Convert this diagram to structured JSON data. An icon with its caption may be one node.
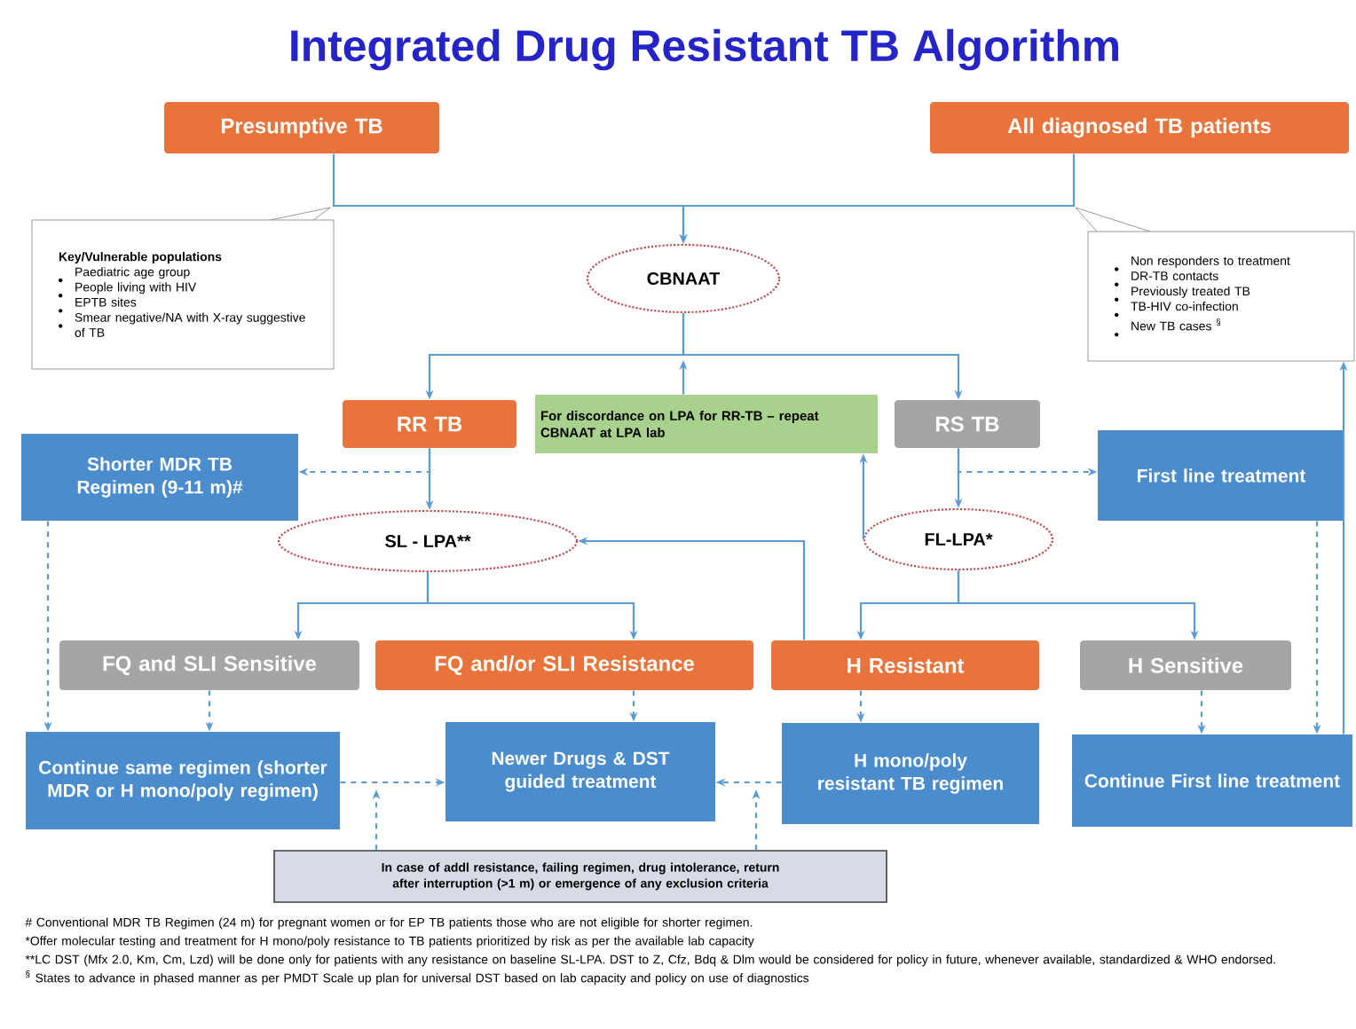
{
  "diagram": {
    "title": "Integrated Drug Resistant TB Algorithm",
    "nodes": [
      {
        "text": [
          "Presumptive TB"
        ]
      },
      {
        "text": [
          "All diagnosed TB patients"
        ]
      },
      {
        "text": [
          "Key/Vulnerable populations",
          "Paediatric age group",
          "People living with HIV",
          "EPTB sites",
          "Smear negative/NA with  X-ray suggestive of TB"
        ]
      },
      {
        "text": [
          "Non responders to treatment",
          "DR-TB contacts",
          "Previously treated TB",
          "TB-HIV co-infection",
          "New TB cases $^{§}$"
        ]
      },
      {
        "text": [
          "CBNAAT"
        ]
      },
      {
        "text": [
          "RR TB"
        ]
      },
      {
        "text": [
          "For discordance on LPA for RR-TB – repeat CBNAAT at LPA lab"
        ]
      },
      {
        "text": [
          "RS TB"
        ]
      },
      {
        "text": [
          "Shorter MDR TB Regimen (9-11 m)#"
        ]
      },
      {
        "text": [
          "First line treatment"
        ]
      },
      {
        "text": [
          "SL - LPA**"
        ]
      },
      {
        "text": [
          "FL-LPA*"
        ]
      },
      {
        "text": [
          "FQ and SLI Sensitive"
        ]
      },
      {
        "text": [
          "FQ and/or SLI Resistance"
        ]
      },
      {
        "text": [
          "H Resistant"
        ]
      },
      {
        "text": [
          "H Sensitive"
        ]
      },
      {
        "text": [
          "Continue same regimen (shorter MDR or H mono/poly regimen)"
        ]
      },
      {
        "text": [
          "Newer Drugs & DST guided treatment"
        ]
      },
      {
        "text": [
          "H mono/poly resistant TB regimen"
        ]
      },
      {
        "text": [
          "Continue First line treatment"
        ]
      },
      {
        "text": [
          "In case of addl resistance, failing regimen, drug intolerance, return after interruption (>1 m) or emergence of any  exclusion criteria"
        ]
      }
    ],
    "edges": [
      {
        "from": 0,
        "to": 4,
        "arrow": "to"
      },
      {
        "from": 1,
        "to": 4,
        "arrow": "to"
      },
      {
        "from": 4,
        "to": 5,
        "arrow": "to"
      },
      {
        "from": 4,
        "to": 7,
        "arrow": "to"
      },
      {
        "from": 6,
        "to": null,
        "arrow": "to"
      },
      {
        "from": 11,
        "to": 6,
        "arrow": "to"
      },
      {
        "from": 5,
        "to": 10,
        "arrow": "to"
      },
      {
        "from": 5,
        "to": 8,
        "arrow": "to",
        "style": "dashed"
      },
      {
        "from": 7,
        "to": 11,
        "arrow": "to"
      },
      {
        "from": 7,
        "to": 9,
        "arrow": "to",
        "style": "dashed"
      },
      {
        "from": 10,
        "to": 12,
        "arrow": "to"
      },
      {
        "from": 10,
        "to": 13,
        "arrow": "to"
      },
      {
        "from": 11,
        "to": 14,
        "arrow": "to"
      },
      {
        "from": 11,
        "to": 15,
        "arrow": "to"
      },
      {
        "from": 14,
        "to": 10,
        "arrow": "to"
      },
      {
        "from": 8,
        "to": 16,
        "arrow": "to",
        "style": "dashed"
      },
      {
        "from": 12,
        "to": 16,
        "arrow": "to",
        "style": "dashed"
      },
      {
        "from": 13,
        "to": 17,
        "arrow": "to",
        "style": "dashed"
      },
      {
        "from": 14,
        "to": 18,
        "arrow": "to",
        "style": "dashed"
      },
      {
        "from": 15,
        "to": 19,
        "arrow": "to",
        "style": "dashed"
      },
      {
        "from": 9,
        "to": 19,
        "arrow": "to",
        "style": "dashed"
      },
      {
        "from": 16,
        "to": 17,
        "arrow": "to",
        "style": "dashed"
      },
      {
        "from": 18,
        "to": 17,
        "arrow": "to",
        "style": "dashed"
      },
      {
        "from": 20,
        "to": null,
        "arrow": "to",
        "style": "dashed"
      },
      {
        "from": 20,
        "to": null,
        "arrow": "to",
        "style": "dashed"
      },
      {
        "from": 19,
        "to": 3,
        "arrow": "to"
      }
    ],
    "labels": [
      "# Conventional MDR TB Regimen (24 m) for pregnant women or for EP TB patients those who are not eligible for shorter regimen.",
      "*Offer molecular testing and treatment for H mono/poly resistance to TB patients prioritized by risk as per the available lab capacity",
      "**LC DST (Mfx 2.0, Km, Cm, Lzd) will be done only for patients with any resistance on baseline SL-LPA. DST to Z, Cfz, Bdq & Dlm would be considered for policy in future, whenever available, standardized & WHO endorsed.",
      "$^{§}$ States to advance in phased manner as per PMDT Scale up plan for universal DST based on lab capacity and policy on use of diagnostics"
    ]
  }
}
